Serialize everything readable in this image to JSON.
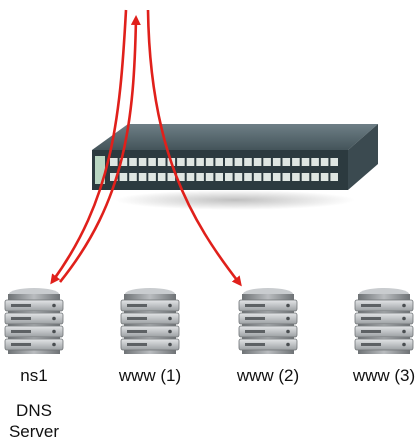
{
  "switch": {
    "icon": "network-switch-icon"
  },
  "servers": [
    {
      "label": "ns1",
      "role_lines": [
        "DNS",
        "Server"
      ]
    },
    {
      "label": "www (1)",
      "role_lines": []
    },
    {
      "label": "www (2)",
      "role_lines": []
    },
    {
      "label": "www (3)",
      "role_lines": []
    }
  ],
  "colors": {
    "arrow": "#e0201b",
    "switch_top": "#4a5a60",
    "switch_front": "#2c3a3f",
    "port": "#dfe6e2",
    "server_body": "#8a8e91",
    "server_light": "#d7d9db"
  }
}
